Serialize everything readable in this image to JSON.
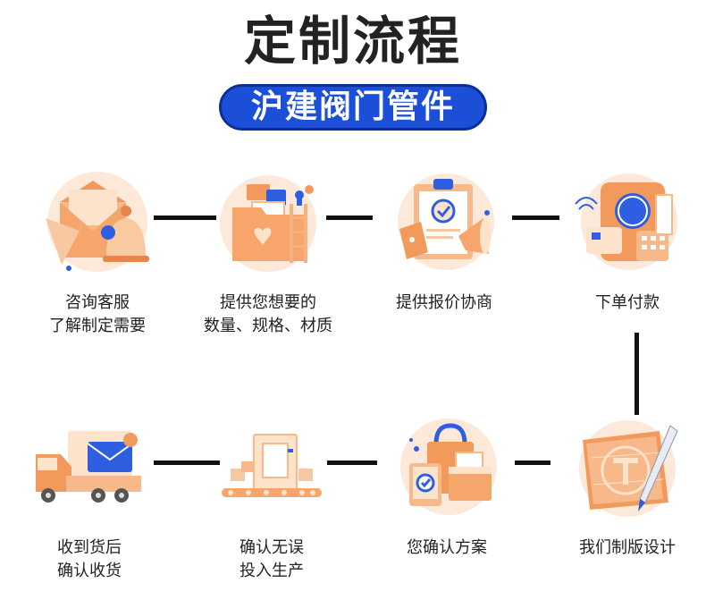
{
  "header": {
    "title": "定制流程",
    "badge": "沪建阀门管件"
  },
  "steps": [
    {
      "lines": [
        "咨询客服",
        "了解制定需要"
      ],
      "icon": "envelope-bell-icon"
    },
    {
      "lines": [
        "提供您想要的",
        "数量、规格、材质"
      ],
      "icon": "folder-ladder-icon"
    },
    {
      "lines": [
        "提供报价协商",
        ""
      ],
      "icon": "clipboard-megaphone-icon"
    },
    {
      "lines": [
        "下单付款",
        ""
      ],
      "icon": "payment-terminal-icon"
    },
    {
      "lines": [
        "我们制版设计",
        ""
      ],
      "icon": "blueprint-pen-icon"
    },
    {
      "lines": [
        "您确认方案",
        ""
      ],
      "icon": "shopping-bag-box-icon"
    },
    {
      "lines": [
        "确认无误",
        "投入生产"
      ],
      "icon": "production-line-icon"
    },
    {
      "lines": [
        "收到货后",
        "确认收货"
      ],
      "icon": "delivery-truck-icon"
    }
  ],
  "colors": {
    "title": "#222222",
    "badge_bg": "#1b4fd8",
    "connector": "#111111",
    "icon_orange": "#f29a5c",
    "icon_light": "#fde2cc",
    "icon_blue": "#2f5fe0"
  }
}
